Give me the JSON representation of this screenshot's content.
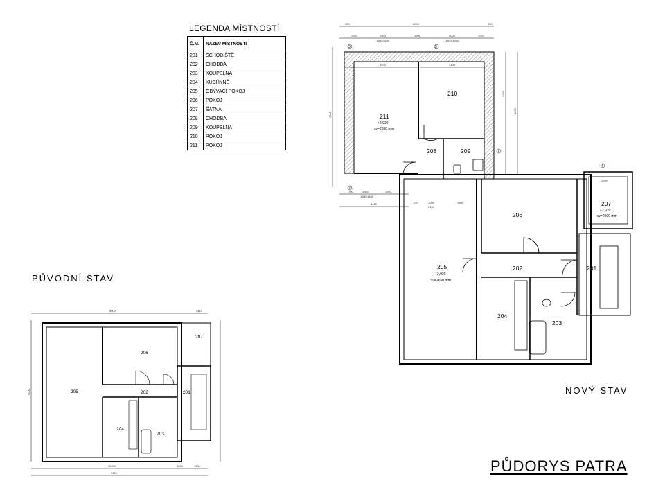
{
  "legend": {
    "title": "LEGENDA MÍSTNOSTÍ",
    "headers": [
      "Č.M.",
      "NÁZEV MÍSTNOSTI"
    ],
    "rows": [
      {
        "num": "201",
        "name": "SCHODIŠTĚ"
      },
      {
        "num": "202",
        "name": "CHODBA"
      },
      {
        "num": "203",
        "name": "KOUPELNA"
      },
      {
        "num": "204",
        "name": "KUCHYNĚ"
      },
      {
        "num": "205",
        "name": "OBÝVACÍ POKOJ"
      },
      {
        "num": "206",
        "name": "POKOJ"
      },
      {
        "num": "207",
        "name": "ŠATNA"
      },
      {
        "num": "208",
        "name": "CHODBA"
      },
      {
        "num": "209",
        "name": "KOUPELNA"
      },
      {
        "num": "210",
        "name": "POKOJ"
      },
      {
        "num": "211",
        "name": "POKOJ"
      }
    ]
  },
  "labels": {
    "original_state": "PŮVODNÍ STAV",
    "new_state": "NOVÝ STAV",
    "main_title": "PŮDORYS PATRA"
  },
  "new_plan": {
    "rooms": {
      "r201": "201",
      "r202": "202",
      "r203": "203",
      "r204": "204",
      "r205": "205",
      "r206": "206",
      "r207": "207",
      "r208": "208",
      "r209": "209",
      "r210": "210",
      "r211": "211"
    },
    "room_info": {
      "r211_level": "+2,920",
      "r211_sv": "sv=2650 mm",
      "r205_level": "+2,920",
      "r205_sv": "sv=2650 mm",
      "r207_level": "+2,920",
      "r207_sv": "sv=2500 mm"
    },
    "dims": {
      "top_total": "8900",
      "top_left": "250",
      "top_right": "250",
      "top_a": "1100",
      "top_b": "2000",
      "top_c": "1500",
      "top_d": "2000",
      "top_e": "1100",
      "top_win1": "1300/1650",
      "top_win2": "1300/1650",
      "in_a": "3400",
      "in_b": "3400",
      "left_total": "6000",
      "right_a": "4000",
      "right_total": "8250",
      "bot_a": "700",
      "bot_b": "1000",
      "bot_c": "1150",
      "bot_win": "1300/1650",
      "bot_total": "3000",
      "mid_a": "700",
      "mid_b": "1000",
      "mid_c": "1600",
      "mid_d": "2100",
      "r207_dim": "2050"
    },
    "grid": {
      "g1": "1",
      "g2": "2",
      "g3": "3",
      "g4": "4"
    }
  },
  "old_plan": {
    "rooms": {
      "r201": "201",
      "r202": "202",
      "r203": "203",
      "r204": "204",
      "r205": "205",
      "r206": "206",
      "r207": "207"
    },
    "dims": {
      "top_total": "8900",
      "top_right": "2410",
      "bot_a": "10900",
      "bot_b": "4000",
      "bot_c": "1600",
      "bot_total": "9000",
      "left_total": "6000"
    }
  }
}
